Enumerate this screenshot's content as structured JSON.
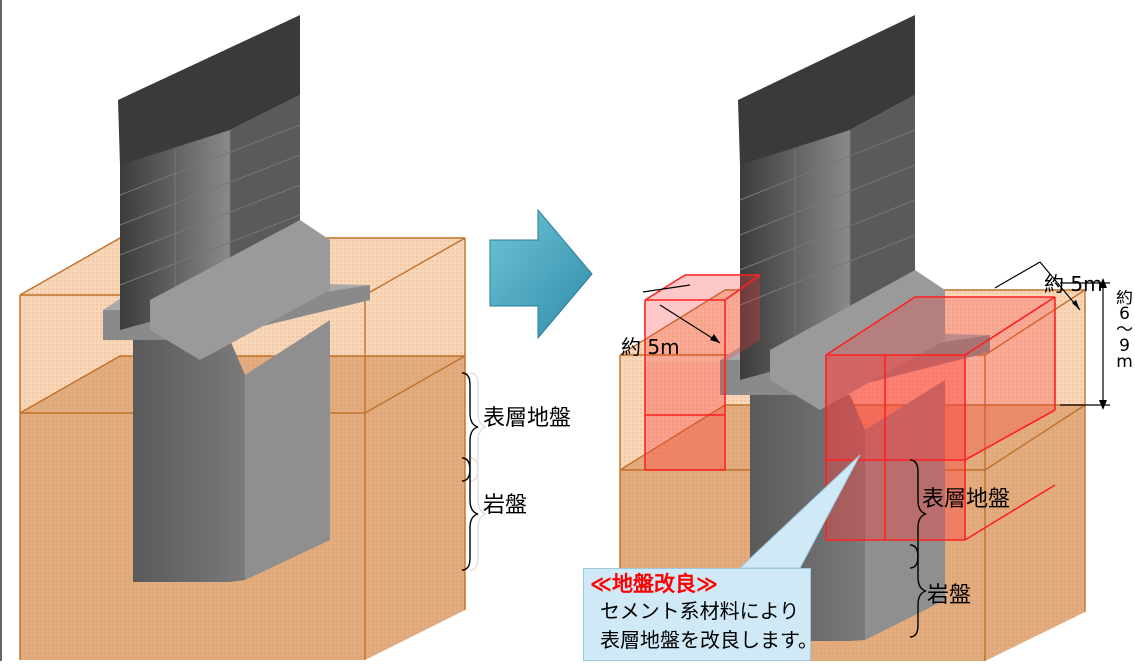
{
  "left_figure": {
    "label_surface": "表層地盤",
    "label_bedrock": "岩盤"
  },
  "arrow": {
    "color": "#4aa6bf"
  },
  "right_figure": {
    "label_surface": "表層地盤",
    "label_bedrock": "岩盤",
    "dim_width_top": "約 5m",
    "dim_width_left": "約 5m",
    "dim_depth": "約\n6\n〜\n9\nm",
    "improved_zone_color": "#ff0000"
  },
  "callout": {
    "title": "≪地盤改良≫",
    "line1": "セメント系材料により",
    "line2": "表層地盤を改良します。"
  },
  "colors": {
    "soil_orange": "#f4b57c",
    "soil_border": "#c0702a",
    "concrete_dark": "#4d4d4d",
    "concrete_mid": "#8a8a8a",
    "callout_bg": "#cfe9f6"
  }
}
